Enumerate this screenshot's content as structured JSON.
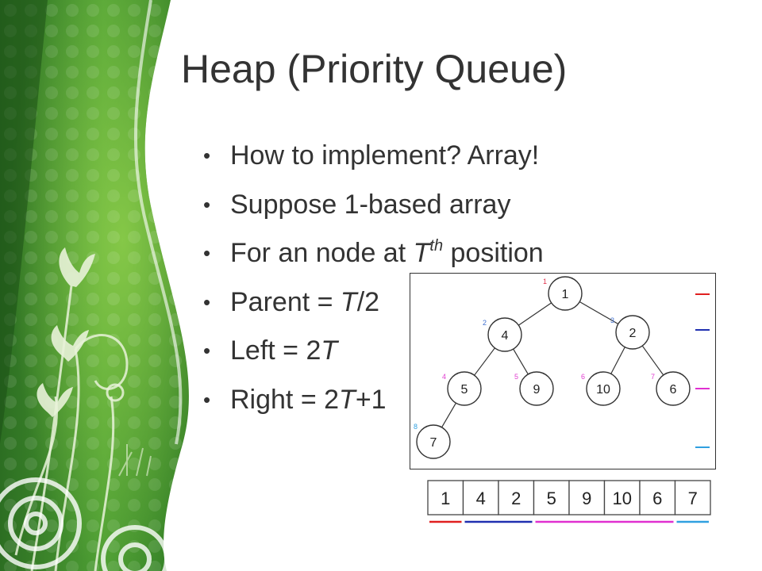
{
  "slide": {
    "title": "Heap (Priority Queue)",
    "bullets": [
      {
        "parts": [
          {
            "t": "How to implement? Array!"
          }
        ]
      },
      {
        "parts": [
          {
            "t": "Suppose 1-based array"
          }
        ]
      },
      {
        "parts": [
          {
            "t": "For an node at "
          },
          {
            "t": "T",
            "italic": true
          },
          {
            "t": "th",
            "sup": true
          },
          {
            "t": " position"
          }
        ]
      },
      {
        "parts": [
          {
            "t": "Parent = "
          },
          {
            "t": "T",
            "italic": true
          },
          {
            "t": "/2"
          }
        ]
      },
      {
        "parts": [
          {
            "t": "Left = 2"
          },
          {
            "t": "T",
            "italic": true
          }
        ]
      },
      {
        "parts": [
          {
            "t": "Right = 2"
          },
          {
            "t": "T",
            "italic": true
          },
          {
            "t": "+1"
          }
        ]
      }
    ]
  },
  "heap_tree": {
    "nodes": [
      {
        "value": "1",
        "index": "1",
        "color": "#e0304a"
      },
      {
        "value": "4",
        "index": "2",
        "color": "#4070d0"
      },
      {
        "value": "2",
        "index": "3",
        "color": "#4070d0"
      },
      {
        "value": "5",
        "index": "4",
        "color": "#e040d0"
      },
      {
        "value": "9",
        "index": "5",
        "color": "#e040d0"
      },
      {
        "value": "10",
        "index": "6",
        "color": "#e040d0"
      },
      {
        "value": "6",
        "index": "7",
        "color": "#e040d0"
      },
      {
        "value": "7",
        "index": "8",
        "color": "#30a0e0"
      }
    ],
    "level_colors": [
      "#e02020",
      "#2030b0",
      "#e030d0",
      "#30a0e0"
    ]
  },
  "array": {
    "cells": [
      "1",
      "4",
      "2",
      "5",
      "9",
      "10",
      "6",
      "7"
    ],
    "groups": [
      {
        "span": 1,
        "color": "#e02020"
      },
      {
        "span": 2,
        "color": "#2030b0"
      },
      {
        "span": 4,
        "color": "#e030d0"
      },
      {
        "span": 1,
        "color": "#30a0e0"
      }
    ]
  },
  "theme": {
    "green_dark": "#1e5a1e",
    "green_light": "#5ab03a",
    "text": "#333333"
  }
}
